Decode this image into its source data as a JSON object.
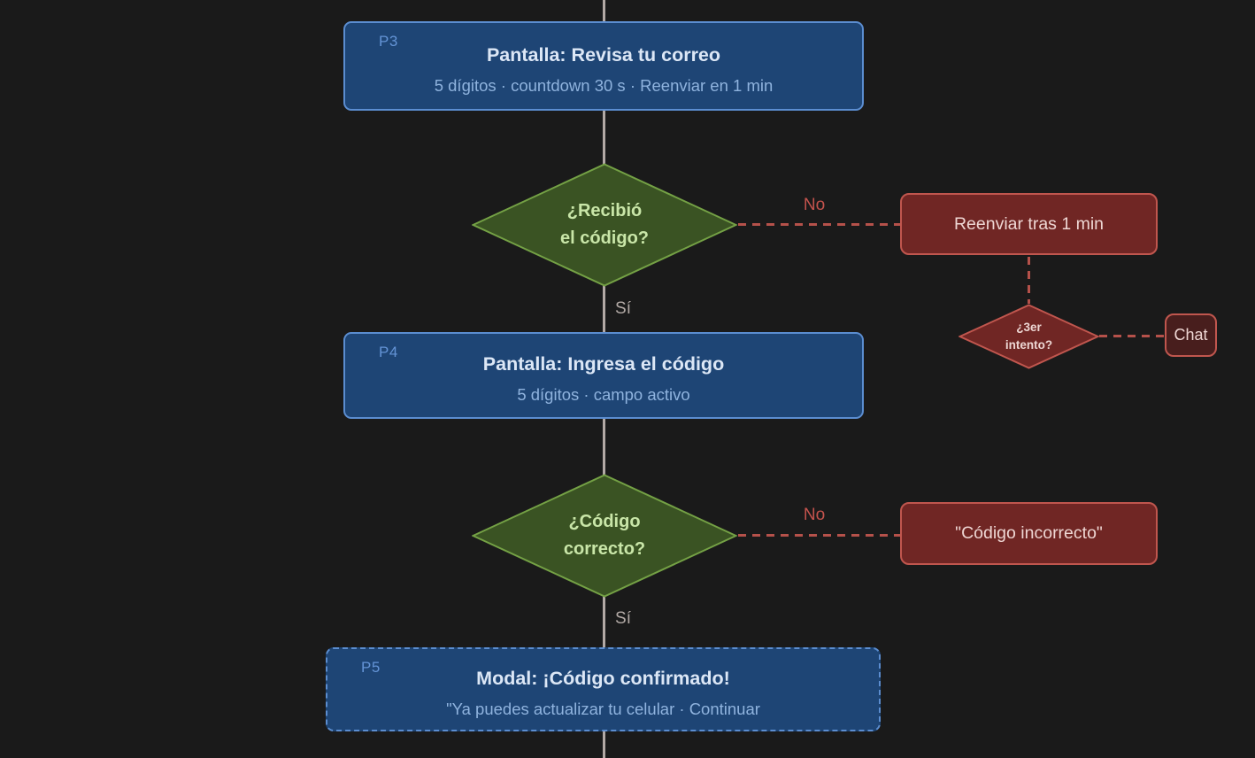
{
  "diagram": {
    "background": "#1a1a1a",
    "flow_line_color": "#b2a9a5",
    "accent_blue": "#1e4575",
    "accent_blue_border": "#5b8dd0",
    "accent_green": "#3a5323",
    "accent_green_border": "#74a145",
    "accent_red": "#702624",
    "accent_red_border": "#c0564e"
  },
  "nodes": {
    "p3": {
      "id": "P3",
      "title": "Pantalla: Revisa tu correo",
      "subtitle": "5 dígitos · countdown 30 s · Reenviar en 1 min"
    },
    "decision_received": {
      "label": "¿Recibió\nel código?"
    },
    "resend": {
      "label": "Reenviar tras 1 min"
    },
    "third_attempt": {
      "label": "¿3er\nintento?"
    },
    "chat": {
      "label": "Chat"
    },
    "p4": {
      "id": "P4",
      "title": "Pantalla: Ingresa el código",
      "subtitle": "5 dígitos · campo activo"
    },
    "decision_correct": {
      "label": "¿Código\ncorrecto?"
    },
    "incorrect_msg": {
      "label": "\"Código incorrecto\""
    },
    "p5": {
      "id": "P5",
      "title": "Modal: ¡Código confirmado!",
      "subtitle": "\"Ya puedes actualizar tu celular · Continuar"
    }
  },
  "edge_labels": {
    "no_received": "No",
    "yes_received": "Sí",
    "no_correct": "No",
    "yes_correct": "Sí"
  }
}
